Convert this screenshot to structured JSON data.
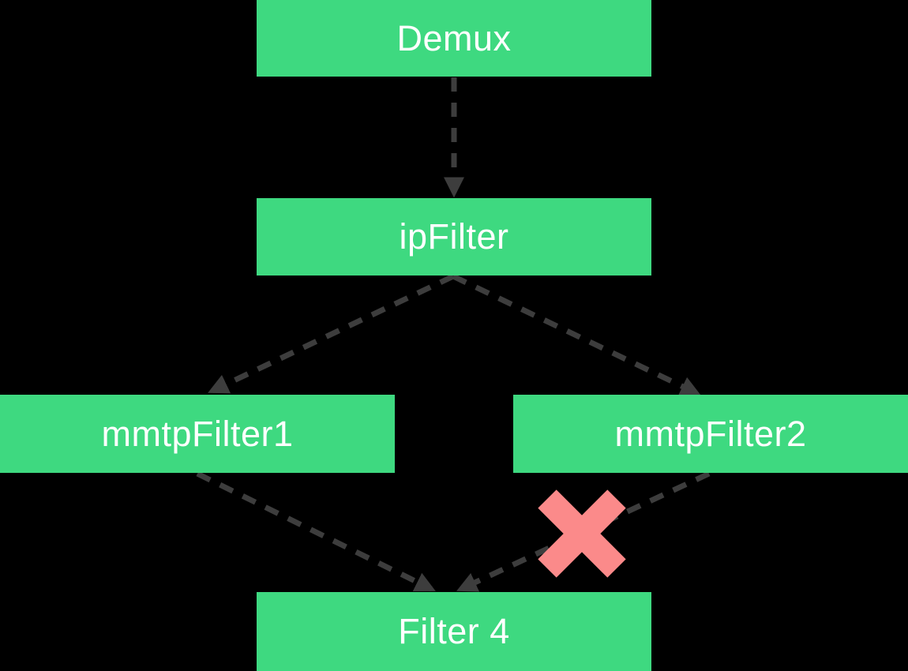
{
  "diagram": {
    "type": "flow-diagram",
    "nodes": [
      {
        "id": "demux",
        "label": "Demux"
      },
      {
        "id": "ipFilter",
        "label": "ipFilter"
      },
      {
        "id": "mmtpFilter1",
        "label": "mmtpFilter1"
      },
      {
        "id": "mmtpFilter2",
        "label": "mmtpFilter2"
      },
      {
        "id": "filter4",
        "label": "Filter 4"
      }
    ],
    "edges": [
      {
        "from": "Demux",
        "to": "ipFilter",
        "style": "dashed-arrow",
        "blocked": false
      },
      {
        "from": "ipFilter",
        "to": "mmtpFilter1",
        "style": "dashed-arrow",
        "blocked": false
      },
      {
        "from": "ipFilter",
        "to": "mmtpFilter2",
        "style": "dashed-arrow",
        "blocked": false
      },
      {
        "from": "mmtpFilter1",
        "to": "Filter 4",
        "style": "dashed-arrow",
        "blocked": false
      },
      {
        "from": "mmtpFilter2",
        "to": "Filter 4",
        "style": "dashed-arrow",
        "blocked": true
      }
    ],
    "colors": {
      "background": "#000000",
      "node_fill": "#3ED980",
      "node_text": "#FFFFFF",
      "edge": "#3D3D3D",
      "blocked_x": "#FB8A8A"
    }
  }
}
